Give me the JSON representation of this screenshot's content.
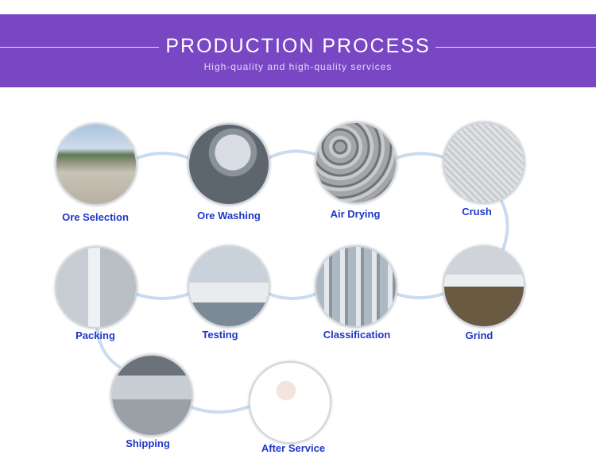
{
  "header": {
    "title": "PRODUCTION PROCESS",
    "subtitle": "High-quality and high-quality services"
  },
  "colors": {
    "banner": "#7a47c4",
    "label": "#1e37c8",
    "flow_line": "#c9dcef"
  },
  "steps": [
    {
      "label": "Ore Selection"
    },
    {
      "label": "Ore Washing"
    },
    {
      "label": "Air Drying"
    },
    {
      "label": "Crush"
    },
    {
      "label": "Grind"
    },
    {
      "label": "Classification"
    },
    {
      "label": "Testing"
    },
    {
      "label": "Packing"
    },
    {
      "label": "Shipping"
    },
    {
      "label": "After Service"
    }
  ]
}
